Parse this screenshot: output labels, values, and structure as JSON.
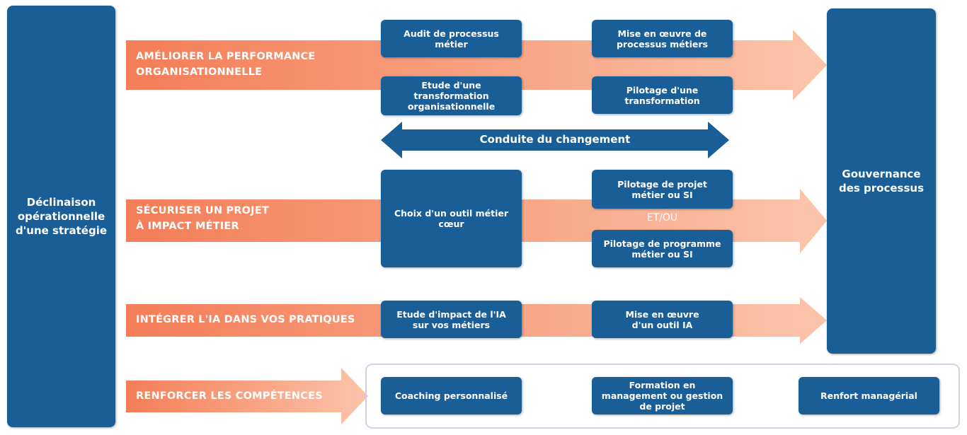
{
  "colors": {
    "box_blue": "#1a5e98",
    "arrow_orange_start": "#f47d57",
    "arrow_orange_end": "#fbc5ab",
    "frame_border": "#cfd3e6"
  },
  "left_panel": {
    "label": "Déclinaison\nopérationnelle\nd'une stratégie"
  },
  "right_panel": {
    "label": "Gouvernance\ndes processus"
  },
  "axes": [
    {
      "label": "AMÉLIORER LA PERFORMANCE\nORGANISATIONNELLE",
      "boxes": [
        "Audit de processus\nmétier",
        "Mise en œuvre de\nprocessus métiers",
        "Etude d'une\ntransformation\norganisationnelle",
        "Pilotage d'une\ntransformation"
      ]
    },
    {
      "label": "SÉCURISER UN PROJET\nÀ IMPACT MÉTIER",
      "boxes": [
        "Choix d'un outil métier\ncœur",
        "Pilotage de projet\nmétier ou SI",
        "Pilotage de programme\nmétier ou SI"
      ],
      "connector": "ET/OU"
    },
    {
      "label": "INTÉGRER L'IA DANS VOS PRATIQUES",
      "boxes": [
        "Etude d'impact de l'IA\nsur vos métiers",
        "Mise en œuvre\nd'un outil IA"
      ]
    },
    {
      "label": "RENFORCER LES COMPÉTENCES",
      "boxes": [
        "Coaching personnalisé",
        "Formation en\nmanagement ou gestion\nde projet",
        "Renfort managérial"
      ]
    }
  ],
  "change_ribbon": {
    "label": "Conduite du changement"
  }
}
